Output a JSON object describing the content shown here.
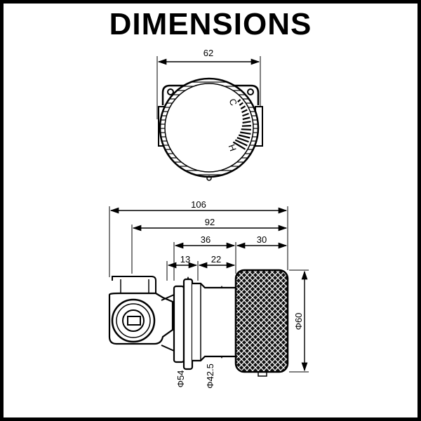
{
  "title": "DIMENSIONS",
  "top_view": {
    "width_label": "62",
    "dial_cold_label": "C",
    "dial_hot_label": "H"
  },
  "side_view": {
    "overall_length_label": "106",
    "body_length_label": "92",
    "trim_length_label": "36",
    "handle_length_label": "30",
    "flange_offset_label": "13",
    "sleeve_length_label": "22",
    "handle_diameter_label": "Φ60",
    "flange_diameter_label": "Φ54",
    "sleeve_diameter_label": "Φ42.5"
  },
  "colors": {
    "line": "#000000",
    "background": "#ffffff"
  }
}
